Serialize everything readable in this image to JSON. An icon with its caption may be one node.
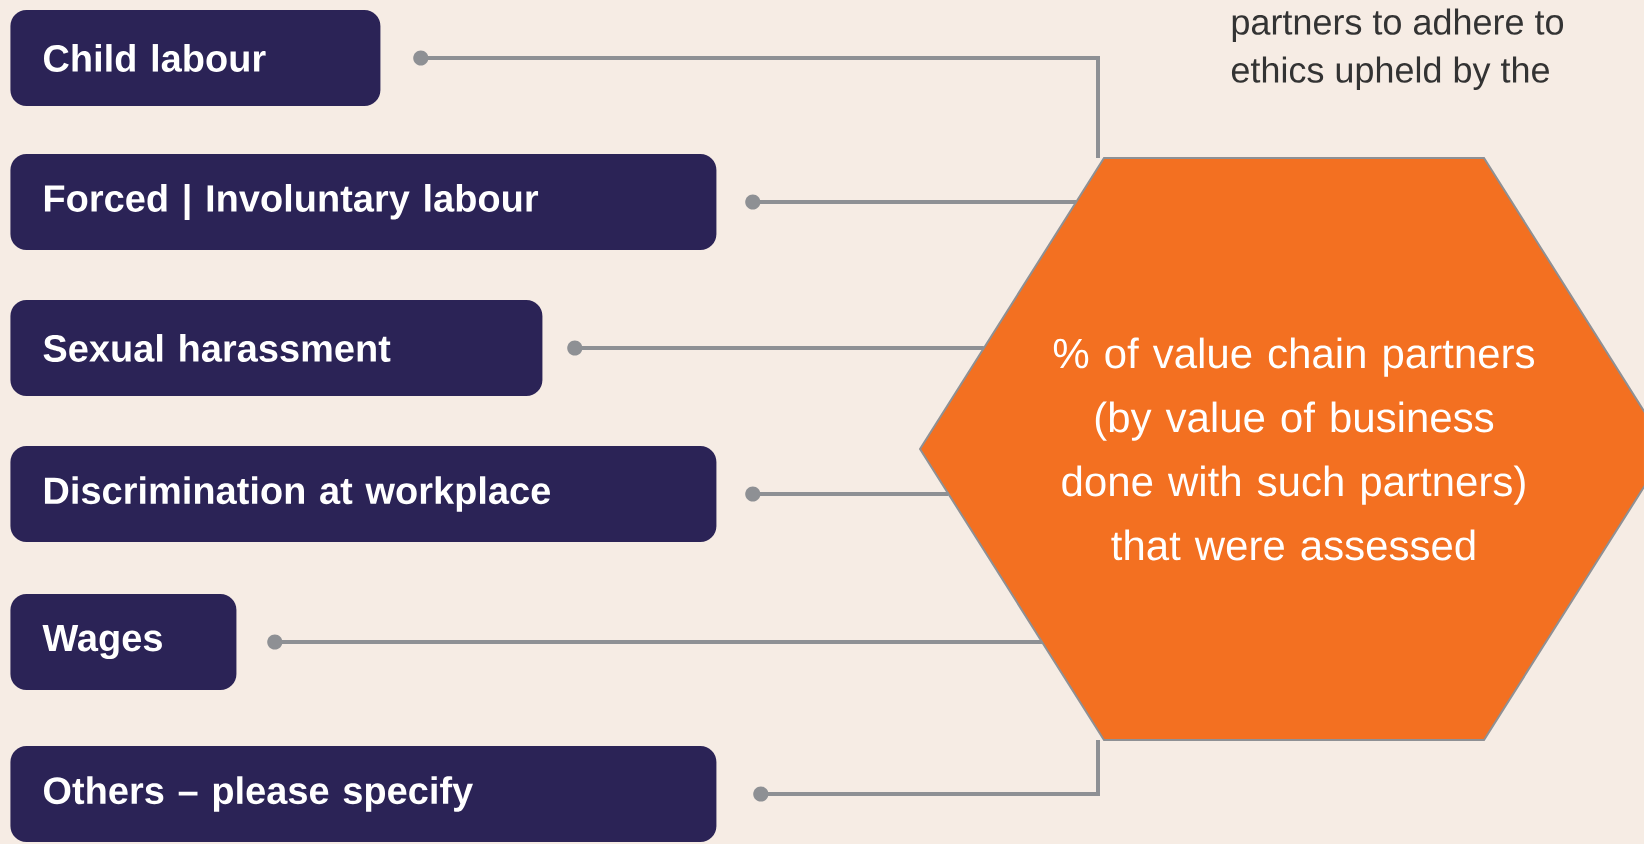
{
  "diagram": {
    "nodes": [
      {
        "text": [
          "Child labour"
        ]
      },
      {
        "text": [
          "Forced | Involuntary labour"
        ]
      },
      {
        "text": [
          "Sexual harassment"
        ]
      },
      {
        "text": [
          "Discrimination at workplace"
        ]
      },
      {
        "text": [
          "Wages"
        ]
      },
      {
        "text": [
          "Others – please specify"
        ]
      },
      {
        "text": [
          "% of value chain partners (by value of business done with such partners) that were assessed"
        ]
      }
    ],
    "edges": [
      {
        "from": 0,
        "to": 6,
        "arrow": "other"
      },
      {
        "from": 1,
        "to": 6,
        "arrow": "other"
      },
      {
        "from": 2,
        "to": 6,
        "arrow": "other"
      },
      {
        "from": 3,
        "to": 6,
        "arrow": "other"
      },
      {
        "from": 4,
        "to": 6,
        "arrow": "other"
      },
      {
        "from": 5,
        "to": 6,
        "arrow": "other"
      }
    ],
    "labels": [
      "partners to adhere to",
      "ethics upheld by the"
    ]
  }
}
